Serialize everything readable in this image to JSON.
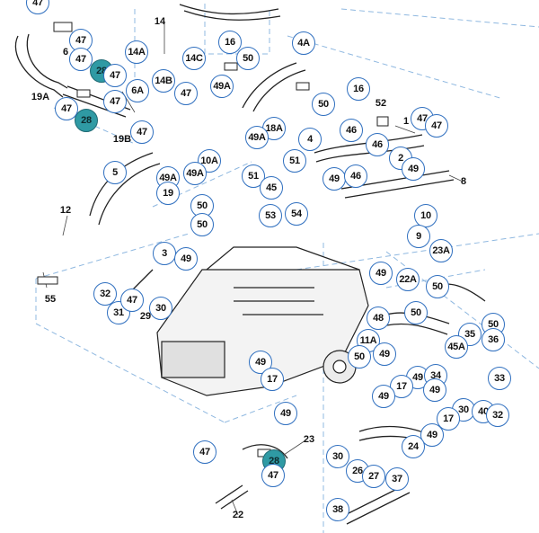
{
  "colors": {
    "callout_border": "#2f6fbf",
    "highlight": "#2f9aa4",
    "dash": "#8fb8e0"
  },
  "callouts": {
    "c01": "47",
    "c02": "47",
    "c03": "28",
    "c04": "47",
    "c05": "6A",
    "c06": "47",
    "c07": "28",
    "c08": "47",
    "c09": "14A",
    "c10": "14B",
    "c11": "14C",
    "c12": "47",
    "c13": "16",
    "c14": "50",
    "c15": "4A",
    "c16": "49A",
    "c17": "16",
    "c18": "50",
    "c19": "18A",
    "c20": "49A",
    "c21": "47",
    "c22": "47",
    "c23": "47",
    "c24": "46",
    "c25": "5",
    "c26": "49A",
    "c27": "10A",
    "c28": "4",
    "c29": "51",
    "c30": "46",
    "c31": "2",
    "c32": "49",
    "c33": "49A",
    "c34": "19",
    "c35": "50",
    "c36": "50",
    "c37": "51",
    "c38": "45",
    "c39": "49",
    "c40": "46",
    "c41": "53",
    "c42": "54",
    "c43": "10",
    "c44": "9",
    "c45": "23A",
    "c46": "3",
    "c47": "49",
    "c48": "49",
    "c49": "32",
    "c50": "31",
    "c51": "47",
    "c52": "30",
    "c53": "22A",
    "c54": "50",
    "c55": "48",
    "c56": "50",
    "c57": "50",
    "c58": "35",
    "c59": "36",
    "c60": "11A",
    "c61": "45A",
    "c62": "50",
    "c63": "49",
    "c64": "17",
    "c65": "49",
    "c66": "17",
    "c67": "49",
    "c68": "34",
    "c69": "33",
    "c70": "49",
    "c71": "49",
    "c72": "30",
    "c73": "40",
    "c74": "32",
    "c75": "17",
    "c76": "49",
    "c77": "24",
    "c78": "47",
    "c79": "28",
    "c80": "47",
    "c81": "30",
    "c82": "26",
    "c83": "27",
    "c84": "37",
    "c85": "38",
    "c86": "49",
    "c87": "47"
  },
  "plain_labels": {
    "p01": "14",
    "p02": "6",
    "p03": "19A",
    "p04": "19B",
    "p05": "52",
    "p06": "1",
    "p07": "8",
    "p08": "12",
    "p09": "55",
    "p10": "29",
    "p11": "23",
    "p12": "22"
  }
}
